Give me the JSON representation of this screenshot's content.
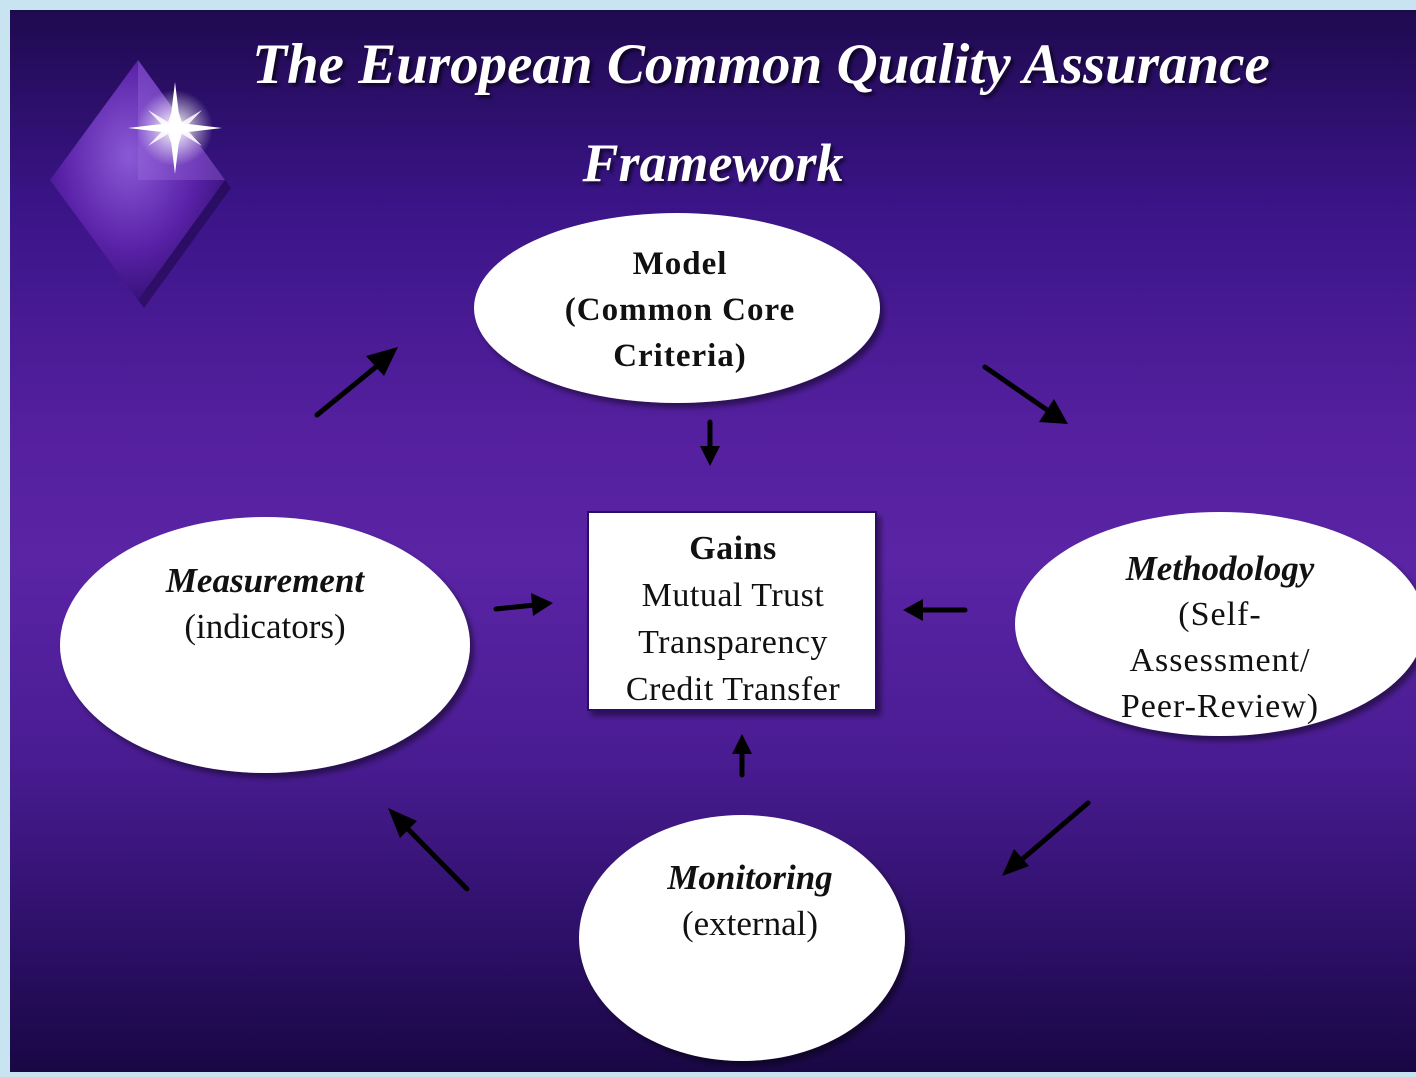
{
  "title": {
    "line1": "The European Common Quality Assurance",
    "line2": "Framework"
  },
  "nodes": {
    "model": {
      "heading": "Model",
      "lines": [
        "(Common Core",
        "Criteria)"
      ]
    },
    "gains": {
      "heading": "Gains",
      "lines": [
        "Mutual Trust",
        "Transparency",
        "Credit Transfer"
      ]
    },
    "measurement": {
      "heading": "Measurement",
      "lines": [
        "(indicators)"
      ]
    },
    "methodology": {
      "heading": "Methodology",
      "lines": [
        "(Self-",
        "Assessment/",
        "Peer-Review)"
      ]
    },
    "monitoring": {
      "heading": "Monitoring",
      "lines": [
        "(external)"
      ]
    }
  },
  "colors": {
    "background_top": "#1f0a4f",
    "background_mid": "#5a24a5",
    "node_fill": "#ffffff",
    "arrow": "#000000",
    "title_text": "#ffffff",
    "page_border": "#c9e4f1"
  },
  "icons": [
    "diamond-star-logo"
  ]
}
